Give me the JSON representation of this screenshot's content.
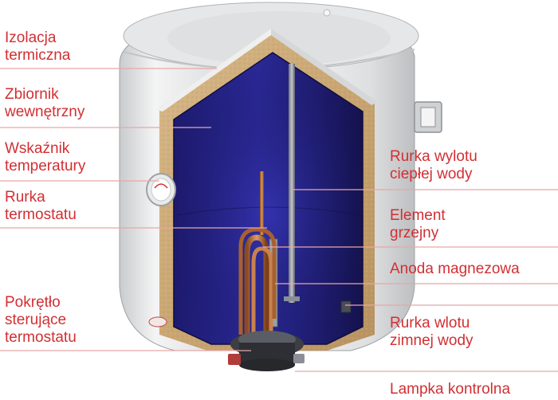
{
  "accent_color": "#d22f33",
  "labels": {
    "izolacja": {
      "line1": "Izolacja",
      "line2": "termiczna"
    },
    "zbiornik": {
      "line1": "Zbiornik",
      "line2": "wewnętrzny"
    },
    "wskaznik": {
      "line1": "Wskaźnik",
      "line2": "temperatury"
    },
    "rurka_termostatu": {
      "line1": "Rurka",
      "line2": "termostatu"
    },
    "pokretlo": {
      "line1": "Pokrętło",
      "line2": "sterujące",
      "line3": "termostatu"
    },
    "rurka_wylotu": {
      "line1": "Rurka wylotu",
      "line2": "ciepłej wody"
    },
    "element": {
      "line1": "Element",
      "line2": "grzejny"
    },
    "anoda": {
      "line1": "Anoda magnezowa"
    },
    "rurka_wlotu": {
      "line1": "Rurka wlotu",
      "line2": "zimnej wody"
    },
    "lampka": {
      "line1": "Lampka kontrolna"
    }
  }
}
